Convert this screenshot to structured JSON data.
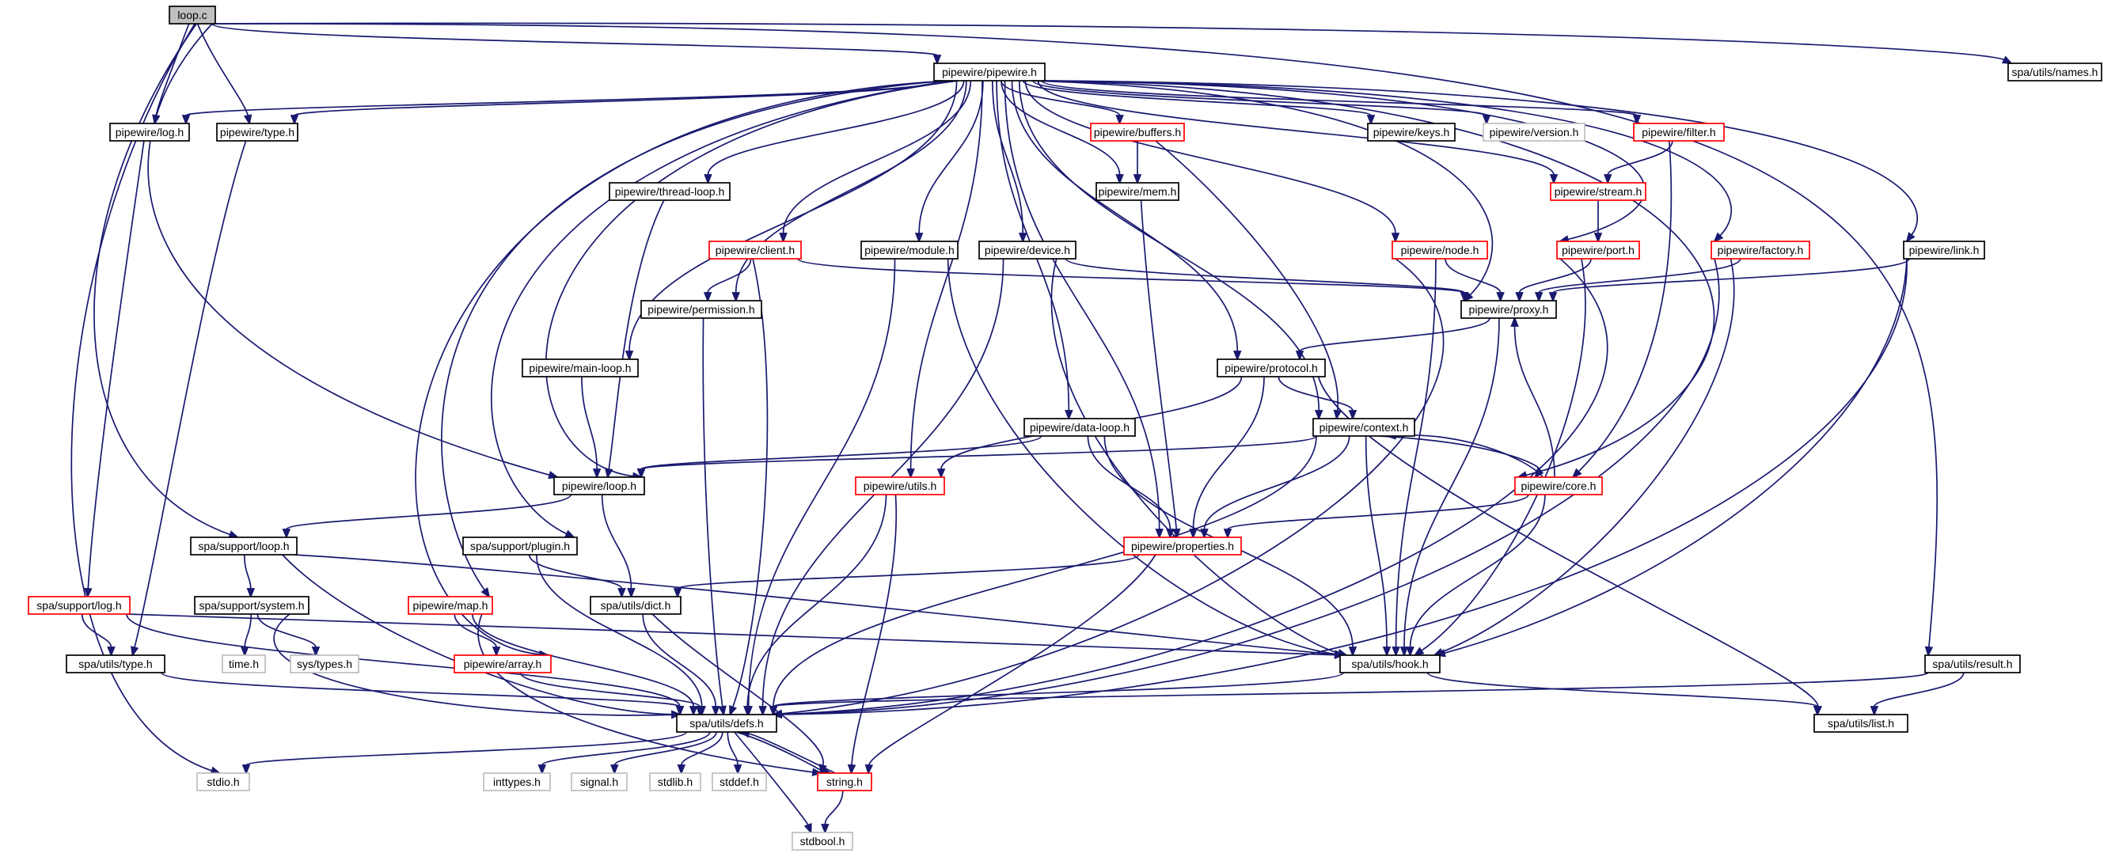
{
  "diagram": {
    "type": "include-dependency-graph",
    "root": "loop.c",
    "colors": {
      "edge": "#191970",
      "root_fill": "#bfbfbf",
      "normal_border": "#000000",
      "truncated_border": "#ff0000",
      "external_border": "#bfbfbf"
    },
    "nodes": [
      {
        "id": "loop_c",
        "label": "loop.c",
        "kind": "root"
      },
      {
        "id": "pipewire_h",
        "label": "pipewire/pipewire.h",
        "kind": "normal"
      },
      {
        "id": "names_h",
        "label": "spa/utils/names.h",
        "kind": "normal"
      },
      {
        "id": "log_h",
        "label": "pipewire/log.h",
        "kind": "normal"
      },
      {
        "id": "type_h",
        "label": "pipewire/type.h",
        "kind": "normal"
      },
      {
        "id": "buffers_h",
        "label": "pipewire/buffers.h",
        "kind": "truncated"
      },
      {
        "id": "keys_h",
        "label": "pipewire/keys.h",
        "kind": "normal"
      },
      {
        "id": "version_h",
        "label": "pipewire/version.h",
        "kind": "external"
      },
      {
        "id": "filter_h",
        "label": "pipewire/filter.h",
        "kind": "truncated"
      },
      {
        "id": "thread_loop_h",
        "label": "pipewire/thread-loop.h",
        "kind": "normal"
      },
      {
        "id": "mem_h",
        "label": "pipewire/mem.h",
        "kind": "normal"
      },
      {
        "id": "stream_h",
        "label": "pipewire/stream.h",
        "kind": "truncated"
      },
      {
        "id": "client_h",
        "label": "pipewire/client.h",
        "kind": "truncated"
      },
      {
        "id": "module_h",
        "label": "pipewire/module.h",
        "kind": "normal"
      },
      {
        "id": "device_h",
        "label": "pipewire/device.h",
        "kind": "normal"
      },
      {
        "id": "node_h",
        "label": "pipewire/node.h",
        "kind": "truncated"
      },
      {
        "id": "port_h",
        "label": "pipewire/port.h",
        "kind": "truncated"
      },
      {
        "id": "factory_h",
        "label": "pipewire/factory.h",
        "kind": "truncated"
      },
      {
        "id": "link_h",
        "label": "pipewire/link.h",
        "kind": "normal"
      },
      {
        "id": "permission_h",
        "label": "pipewire/permission.h",
        "kind": "normal"
      },
      {
        "id": "proxy_h",
        "label": "pipewire/proxy.h",
        "kind": "normal"
      },
      {
        "id": "main_loop_h",
        "label": "pipewire/main-loop.h",
        "kind": "normal"
      },
      {
        "id": "protocol_h",
        "label": "pipewire/protocol.h",
        "kind": "normal"
      },
      {
        "id": "data_loop_h",
        "label": "pipewire/data-loop.h",
        "kind": "normal"
      },
      {
        "id": "context_h",
        "label": "pipewire/context.h",
        "kind": "normal"
      },
      {
        "id": "loop_h",
        "label": "pipewire/loop.h",
        "kind": "normal"
      },
      {
        "id": "utils_h",
        "label": "pipewire/utils.h",
        "kind": "truncated"
      },
      {
        "id": "core_h",
        "label": "pipewire/core.h",
        "kind": "truncated"
      },
      {
        "id": "spa_loop_h",
        "label": "spa/support/loop.h",
        "kind": "normal"
      },
      {
        "id": "plugin_h",
        "label": "spa/support/plugin.h",
        "kind": "normal"
      },
      {
        "id": "properties_h",
        "label": "pipewire/properties.h",
        "kind": "truncated"
      },
      {
        "id": "spa_log_h",
        "label": "spa/support/log.h",
        "kind": "truncated"
      },
      {
        "id": "system_h",
        "label": "spa/support/system.h",
        "kind": "normal"
      },
      {
        "id": "map_h",
        "label": "pipewire/map.h",
        "kind": "truncated"
      },
      {
        "id": "dict_h",
        "label": "spa/utils/dict.h",
        "kind": "normal"
      },
      {
        "id": "time_h",
        "label": "time.h",
        "kind": "external"
      },
      {
        "id": "sys_types_h",
        "label": "sys/types.h",
        "kind": "external"
      },
      {
        "id": "spa_type_h",
        "label": "spa/utils/type.h",
        "kind": "normal"
      },
      {
        "id": "array_h",
        "label": "pipewire/array.h",
        "kind": "truncated"
      },
      {
        "id": "hook_h",
        "label": "spa/utils/hook.h",
        "kind": "normal"
      },
      {
        "id": "result_h",
        "label": "spa/utils/result.h",
        "kind": "normal"
      },
      {
        "id": "defs_h",
        "label": "spa/utils/defs.h",
        "kind": "normal"
      },
      {
        "id": "list_h",
        "label": "spa/utils/list.h",
        "kind": "normal"
      },
      {
        "id": "stdio_h",
        "label": "stdio.h",
        "kind": "external"
      },
      {
        "id": "inttypes_h",
        "label": "inttypes.h",
        "kind": "external"
      },
      {
        "id": "signal_h",
        "label": "signal.h",
        "kind": "external"
      },
      {
        "id": "stdlib_h",
        "label": "stdlib.h",
        "kind": "external"
      },
      {
        "id": "stddef_h",
        "label": "stddef.h",
        "kind": "external"
      },
      {
        "id": "string_h",
        "label": "string.h",
        "kind": "truncated"
      },
      {
        "id": "stdbool_h",
        "label": "stdbool.h",
        "kind": "external"
      }
    ],
    "edges": [
      [
        "loop_c",
        "pipewire_h"
      ],
      [
        "loop_c",
        "names_h"
      ],
      [
        "loop_c",
        "log_h"
      ],
      [
        "loop_c",
        "type_h"
      ],
      [
        "loop_c",
        "loop_h"
      ],
      [
        "loop_c",
        "spa_loop_h"
      ],
      [
        "loop_c",
        "stdio_h"
      ],
      [
        "loop_c",
        "result_h"
      ],
      [
        "pipewire_h",
        "log_h"
      ],
      [
        "pipewire_h",
        "type_h"
      ],
      [
        "pipewire_h",
        "buffers_h"
      ],
      [
        "pipewire_h",
        "keys_h"
      ],
      [
        "pipewire_h",
        "version_h"
      ],
      [
        "pipewire_h",
        "filter_h"
      ],
      [
        "pipewire_h",
        "thread_loop_h"
      ],
      [
        "pipewire_h",
        "mem_h"
      ],
      [
        "pipewire_h",
        "stream_h"
      ],
      [
        "pipewire_h",
        "client_h"
      ],
      [
        "pipewire_h",
        "module_h"
      ],
      [
        "pipewire_h",
        "device_h"
      ],
      [
        "pipewire_h",
        "node_h"
      ],
      [
        "pipewire_h",
        "port_h"
      ],
      [
        "pipewire_h",
        "factory_h"
      ],
      [
        "pipewire_h",
        "link_h"
      ],
      [
        "pipewire_h",
        "permission_h"
      ],
      [
        "pipewire_h",
        "proxy_h"
      ],
      [
        "pipewire_h",
        "main_loop_h"
      ],
      [
        "pipewire_h",
        "protocol_h"
      ],
      [
        "pipewire_h",
        "data_loop_h"
      ],
      [
        "pipewire_h",
        "context_h"
      ],
      [
        "pipewire_h",
        "loop_h"
      ],
      [
        "pipewire_h",
        "utils_h"
      ],
      [
        "pipewire_h",
        "core_h"
      ],
      [
        "pipewire_h",
        "plugin_h"
      ],
      [
        "pipewire_h",
        "properties_h"
      ],
      [
        "pipewire_h",
        "map_h"
      ],
      [
        "pipewire_h",
        "array_h"
      ],
      [
        "log_h",
        "spa_log_h"
      ],
      [
        "type_h",
        "spa_type_h"
      ],
      [
        "buffers_h",
        "mem_h"
      ],
      [
        "buffers_h",
        "context_h"
      ],
      [
        "filter_h",
        "stream_h"
      ],
      [
        "filter_h",
        "core_h"
      ],
      [
        "thread_loop_h",
        "loop_h"
      ],
      [
        "mem_h",
        "properties_h"
      ],
      [
        "stream_h",
        "port_h"
      ],
      [
        "client_h",
        "permission_h"
      ],
      [
        "client_h",
        "proxy_h"
      ],
      [
        "client_h",
        "defs_h"
      ],
      [
        "module_h",
        "defs_h"
      ],
      [
        "module_h",
        "hook_h"
      ],
      [
        "device_h",
        "proxy_h"
      ],
      [
        "device_h",
        "hook_h"
      ],
      [
        "device_h",
        "defs_h"
      ],
      [
        "node_h",
        "proxy_h"
      ],
      [
        "node_h",
        "hook_h"
      ],
      [
        "node_h",
        "defs_h"
      ],
      [
        "port_h",
        "proxy_h"
      ],
      [
        "port_h",
        "hook_h"
      ],
      [
        "port_h",
        "defs_h"
      ],
      [
        "factory_h",
        "proxy_h"
      ],
      [
        "factory_h",
        "hook_h"
      ],
      [
        "factory_h",
        "defs_h"
      ],
      [
        "link_h",
        "proxy_h"
      ],
      [
        "link_h",
        "hook_h"
      ],
      [
        "link_h",
        "defs_h"
      ],
      [
        "permission_h",
        "defs_h"
      ],
      [
        "proxy_h",
        "protocol_h"
      ],
      [
        "proxy_h",
        "hook_h"
      ],
      [
        "main_loop_h",
        "loop_h"
      ],
      [
        "protocol_h",
        "context_h"
      ],
      [
        "protocol_h",
        "utils_h"
      ],
      [
        "protocol_h",
        "properties_h"
      ],
      [
        "protocol_h",
        "list_h"
      ],
      [
        "data_loop_h",
        "loop_h"
      ],
      [
        "data_loop_h",
        "properties_h"
      ],
      [
        "data_loop_h",
        "hook_h"
      ],
      [
        "context_h",
        "loop_h"
      ],
      [
        "context_h",
        "core_h"
      ],
      [
        "context_h",
        "properties_h"
      ],
      [
        "context_h",
        "hook_h"
      ],
      [
        "context_h",
        "defs_h"
      ],
      [
        "core_h",
        "proxy_h"
      ],
      [
        "core_h",
        "context_h"
      ],
      [
        "core_h",
        "properties_h"
      ],
      [
        "core_h",
        "hook_h"
      ],
      [
        "loop_h",
        "spa_loop_h"
      ],
      [
        "loop_h",
        "dict_h"
      ],
      [
        "utils_h",
        "defs_h"
      ],
      [
        "utils_h",
        "string_h"
      ],
      [
        "spa_loop_h",
        "system_h"
      ],
      [
        "spa_loop_h",
        "hook_h"
      ],
      [
        "spa_loop_h",
        "defs_h"
      ],
      [
        "plugin_h",
        "dict_h"
      ],
      [
        "plugin_h",
        "defs_h"
      ],
      [
        "properties_h",
        "dict_h"
      ],
      [
        "properties_h",
        "string_h"
      ],
      [
        "spa_log_h",
        "spa_type_h"
      ],
      [
        "spa_log_h",
        "hook_h"
      ],
      [
        "spa_log_h",
        "defs_h"
      ],
      [
        "system_h",
        "time_h"
      ],
      [
        "system_h",
        "sys_types_h"
      ],
      [
        "system_h",
        "defs_h"
      ],
      [
        "map_h",
        "array_h"
      ],
      [
        "map_h",
        "defs_h"
      ],
      [
        "map_h",
        "string_h"
      ],
      [
        "dict_h",
        "defs_h"
      ],
      [
        "dict_h",
        "string_h"
      ],
      [
        "spa_type_h",
        "defs_h"
      ],
      [
        "array_h",
        "defs_h"
      ],
      [
        "hook_h",
        "defs_h"
      ],
      [
        "hook_h",
        "list_h"
      ],
      [
        "result_h",
        "defs_h"
      ],
      [
        "result_h",
        "list_h"
      ],
      [
        "defs_h",
        "stdio_h"
      ],
      [
        "defs_h",
        "inttypes_h"
      ],
      [
        "defs_h",
        "signal_h"
      ],
      [
        "defs_h",
        "stdlib_h"
      ],
      [
        "defs_h",
        "stddef_h"
      ],
      [
        "defs_h",
        "string_h"
      ],
      [
        "defs_h",
        "stdbool_h"
      ],
      [
        "string_h",
        "defs_h"
      ],
      [
        "string_h",
        "stdbool_h"
      ]
    ]
  }
}
